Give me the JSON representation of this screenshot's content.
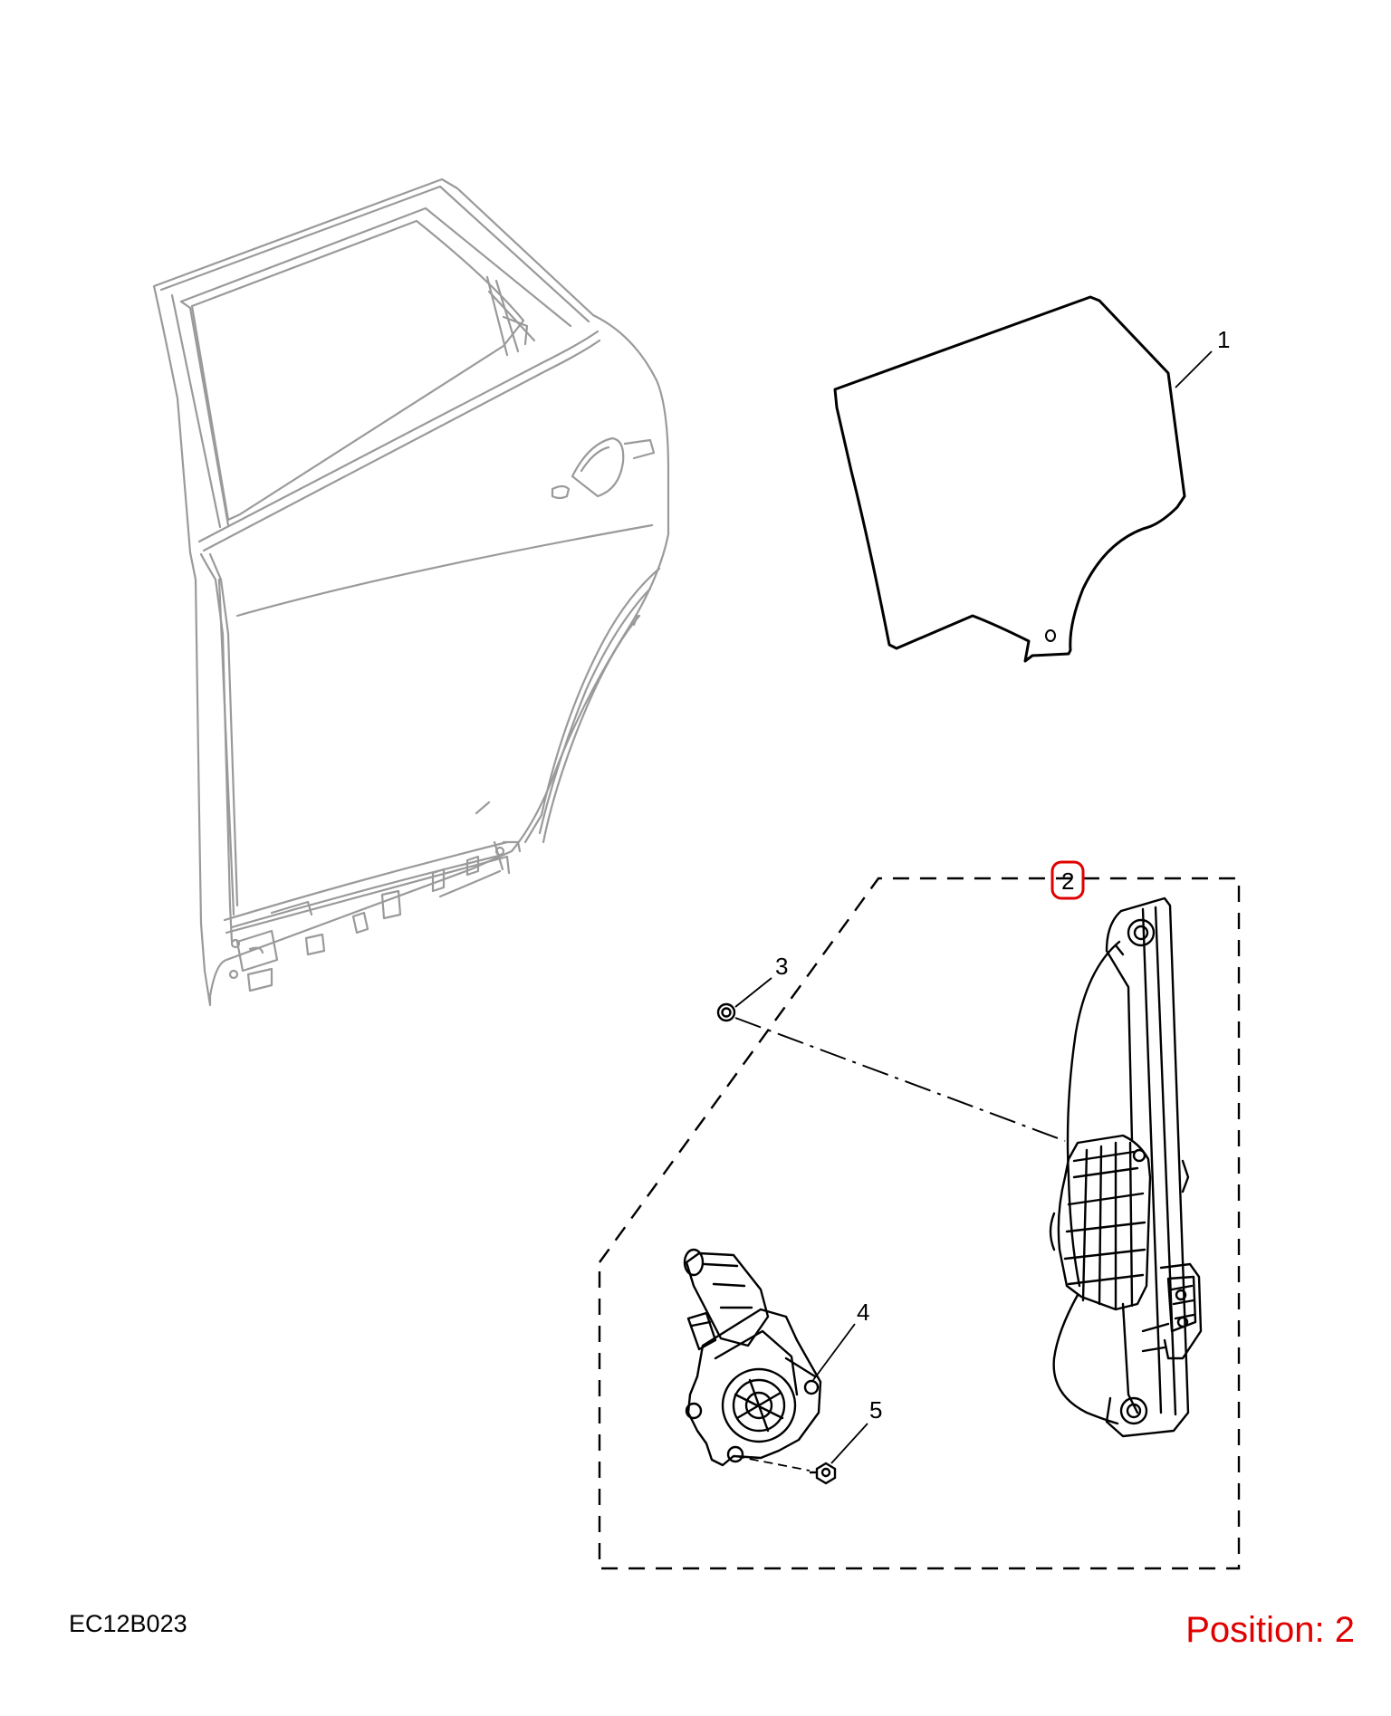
{
  "diagram": {
    "callouts": [
      {
        "id": "1",
        "label": "1"
      },
      {
        "id": "2",
        "label": "2"
      },
      {
        "id": "3",
        "label": "3"
      },
      {
        "id": "4",
        "label": "4"
      },
      {
        "id": "5",
        "label": "5"
      }
    ],
    "highlighted_callout": "2",
    "highlight_color": "#e00000"
  },
  "footer": {
    "drawing_code": "EC12B023",
    "position_prefix": "Position:",
    "position_value": "2",
    "position_color": "#e00000"
  }
}
